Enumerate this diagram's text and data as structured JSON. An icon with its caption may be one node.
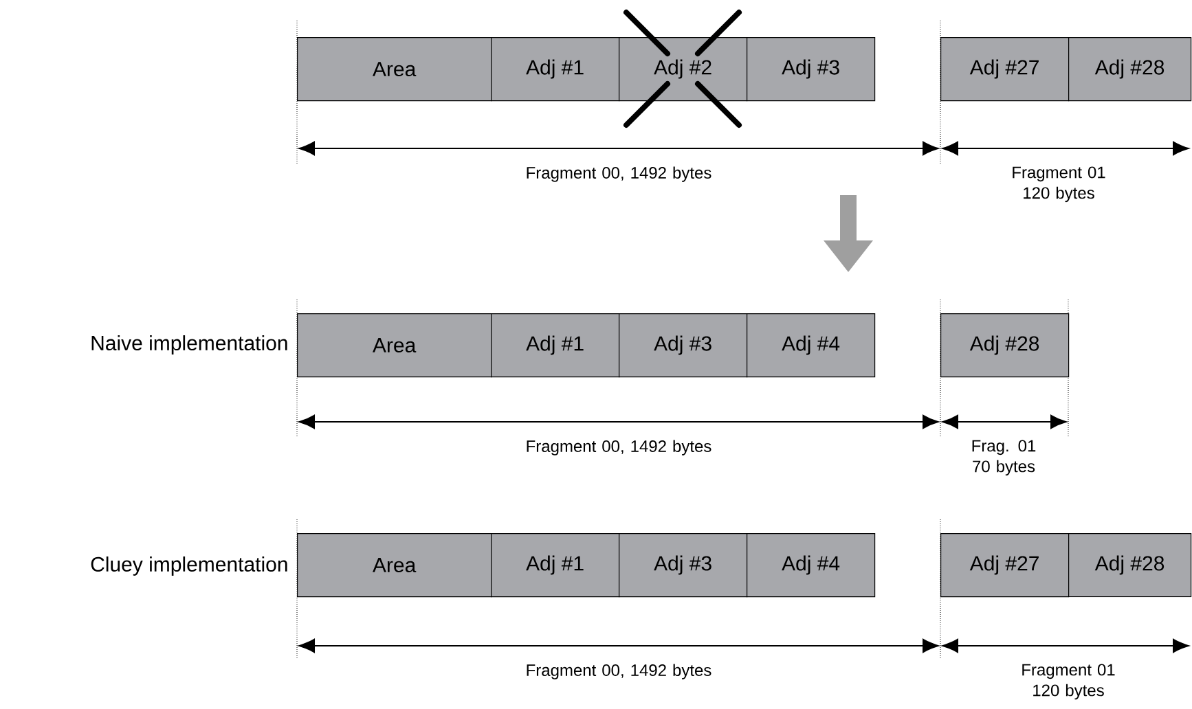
{
  "diagram": {
    "nodes": [
      {
        "text": [
          "Area"
        ]
      },
      {
        "text": [
          "Adj #1"
        ]
      },
      {
        "text": [
          "Adj #2"
        ]
      },
      {
        "text": [
          "Adj #3"
        ]
      },
      {
        "text": [
          "Adj #27"
        ]
      },
      {
        "text": [
          "Adj #28"
        ]
      },
      {
        "text": [
          "Area"
        ]
      },
      {
        "text": [
          "Adj #1"
        ]
      },
      {
        "text": [
          "Adj #3"
        ]
      },
      {
        "text": [
          "Adj #4"
        ]
      },
      {
        "text": [
          "Adj #28"
        ]
      },
      {
        "text": [
          "Area"
        ]
      },
      {
        "text": [
          "Adj #1"
        ]
      },
      {
        "text": [
          "Adj #3"
        ]
      },
      {
        "text": [
          "Adj #4"
        ]
      },
      {
        "text": [
          "Adj #27"
        ]
      },
      {
        "text": [
          "Adj #28"
        ]
      }
    ],
    "labels": [
      "Fragment 00, 1492 bytes",
      "Fragment 01 120 bytes",
      "Naive implementation",
      "Fragment 00, 1492 bytes",
      "Frag. 01 70 bytes",
      "Cluey implementation",
      "Fragment 00, 1492 bytes",
      "Fragment 01 120 bytes"
    ]
  }
}
